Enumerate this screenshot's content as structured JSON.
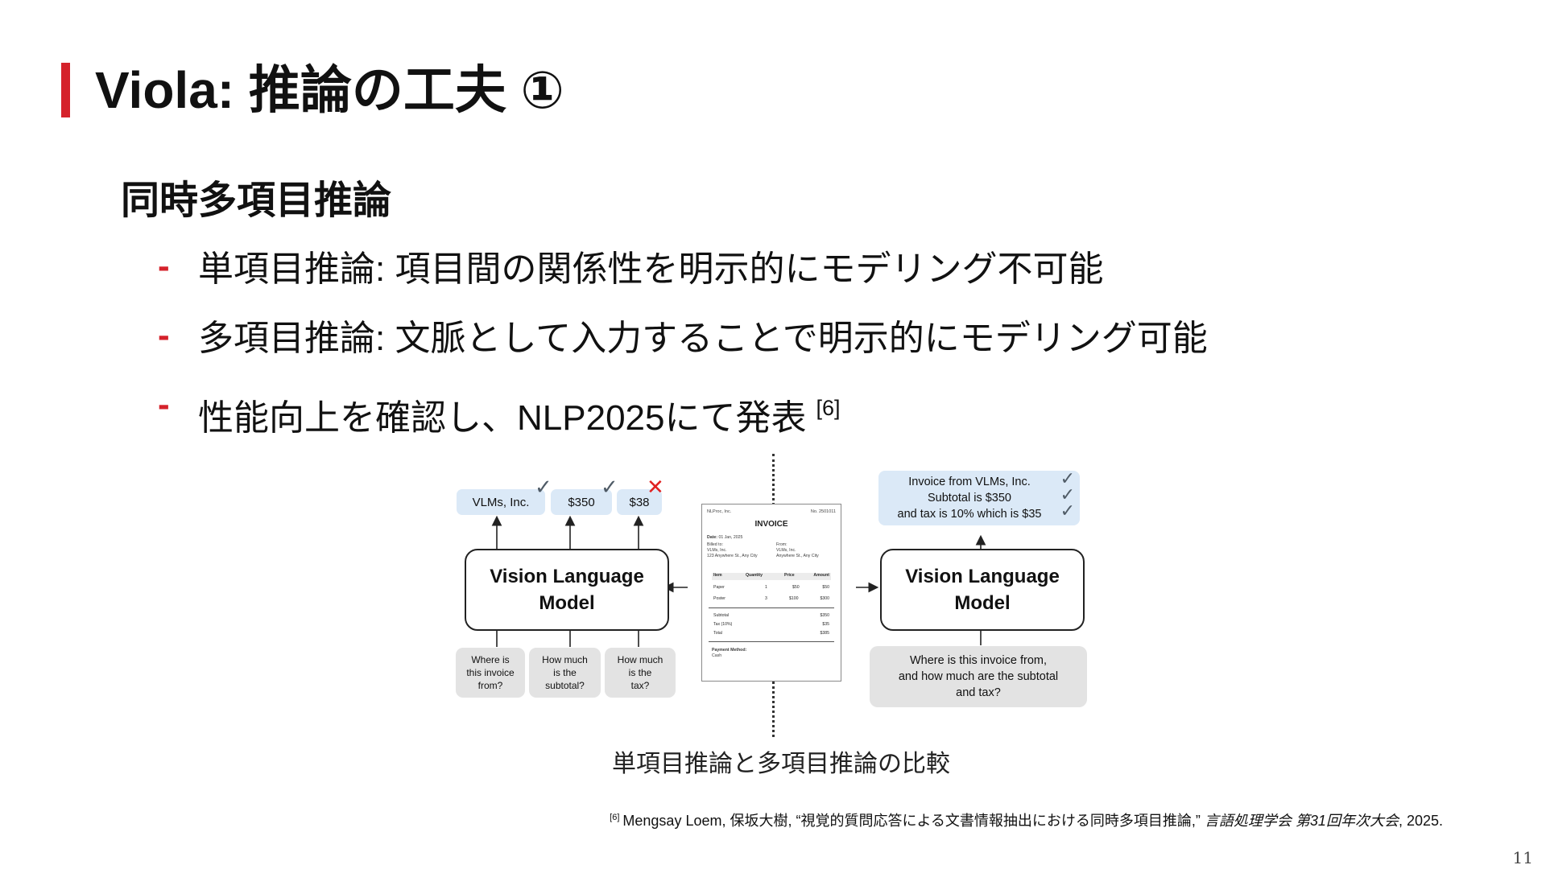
{
  "slide": {
    "title": "Viola: 推論の工夫 ①",
    "subtitle": "同時多項目推論",
    "accent_color": "#d5222b",
    "bullet_marker": "-",
    "bullets": [
      {
        "text": "単項目推論: 項目間の関係性を明示的にモデリング不可能",
        "citation": ""
      },
      {
        "text": "多項目推論: 文脈として入力することで明示的にモデリング可能",
        "citation": ""
      },
      {
        "text": "性能向上を確認し、NLP2025にて発表",
        "citation": "[6]"
      }
    ],
    "page_number": "11"
  },
  "figure": {
    "caption": "単項目推論と多項目推論の比較",
    "left": {
      "outputs": [
        {
          "text": "VLMs, Inc.",
          "mark": "✓",
          "status": "correct"
        },
        {
          "text": "$350",
          "mark": "✓",
          "status": "correct"
        },
        {
          "text": "$38",
          "mark": "✕",
          "status": "incorrect"
        }
      ],
      "model_label": "Vision Language\nModel",
      "questions": [
        "Where is\nthis invoice\nfrom?",
        "How much\nis the\nsubtotal?",
        "How much\nis the\ntax?"
      ]
    },
    "invoice": {
      "company": "NLProc, Inc.",
      "number": "No. 2501011",
      "heading": "INVOICE",
      "date_label": "Date:",
      "date": "01 Jan, 2025",
      "billed_to": "Billed to:\nVLMs, Inc.\n123 Anywhere St., Any City",
      "from": "From:\nVLMs, Inc.\nAnywhere St., Any City",
      "columns": [
        "Item",
        "Quantity",
        "Price",
        "Amount"
      ],
      "rows": [
        [
          "Paper",
          "1",
          "$50",
          "$50"
        ],
        [
          "Poster",
          "3",
          "$100",
          "$300"
        ]
      ],
      "subtotal_label": "Subtotal",
      "subtotal": "$350",
      "tax_label": "Tax (10%)",
      "tax": "$35",
      "total_label": "Total",
      "total": "$385",
      "payment_label": "Payment Method:",
      "payment": "Cash"
    },
    "right": {
      "answer_lines": [
        "Invoice from VLMs, Inc.",
        "Subtotal is $350",
        "and tax is 10% which is $35"
      ],
      "answer_mark": "✓",
      "model_label": "Vision Language\nModel",
      "question": "Where is this invoice from,\nand how much are the subtotal\nand tax?"
    },
    "colors": {
      "output_fill": "#dbe9f7",
      "question_fill": "#e3e3e3",
      "correct": "#4f5b66",
      "incorrect": "#e02020"
    }
  },
  "footnote": {
    "marker": "[6]",
    "text": "Mengsay Loem, 保坂大樹, “視覚的質問応答による文書情報抽出における同時多項目推論,” ",
    "venue": "言語処理学会 第31回年次大会",
    "year": ", 2025."
  }
}
